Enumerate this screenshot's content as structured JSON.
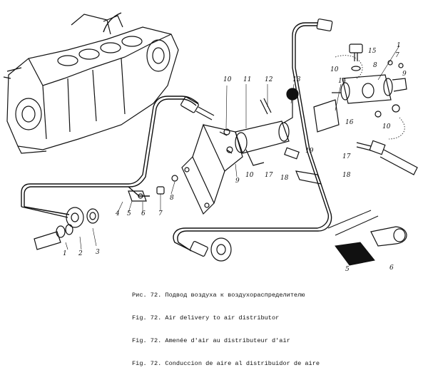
{
  "caption": [
    "Рис. 72. Подвод воздуха к воздухораспределителю",
    "Fig. 72. Air delivery to air distributor",
    "Fig. 72. Amenée d'air au distributeur d'air",
    "Fig. 72. Conduccion de aire al distribuidor de aire"
  ],
  "callouts": {
    "c1a": "1",
    "c2a": "2",
    "c3a": "3",
    "c4a": "4",
    "c5a": "5",
    "c6a": "6",
    "c7a": "7",
    "c8a": "8",
    "c9a": "9",
    "c10a": "10",
    "c11a": "11",
    "c12a": "12",
    "c13a": "13",
    "c10b": "10",
    "c17a": "17",
    "c18a": "18",
    "c19a": "19",
    "c14a": "14",
    "c15a": "15",
    "c1b": "1",
    "c7b": "7",
    "c10c": "10",
    "c8b": "8",
    "c9b": "9",
    "c16a": "16",
    "c10d": "10",
    "c17b": "17",
    "c18b": "18",
    "c5b": "5",
    "c6b": "6"
  }
}
